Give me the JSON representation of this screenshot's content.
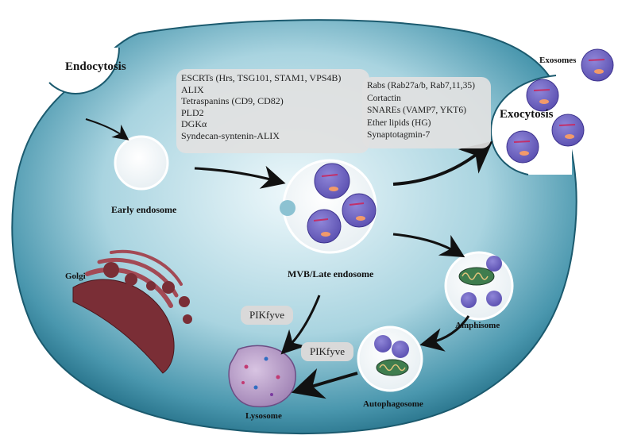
{
  "labels": {
    "endocytosis": "Endocytosis",
    "exocytosis": "Exocytosis",
    "exosomes": "Exosomes",
    "early_endosome": "Early endosome",
    "mvb": "MVB/Late endosome",
    "golgi": "Golgi",
    "lysosome": "Lysosome",
    "amphisome": "Amphisome",
    "autophagosome": "Autophagosome"
  },
  "biogenesis_box": {
    "lines": [
      "ESCRTs (Hrs, TSG101, STAM1, VPS4B)",
      "ALIX",
      "Tetraspanins (CD9, CD82)",
      "PLD2",
      "DGKα",
      "Syndecan-syntenin-ALIX"
    ]
  },
  "secretion_box": {
    "lines": [
      "Rabs (Rab27a/b, Rab7,11,35)",
      "Cortactin",
      "SNAREs (VAMP7, YKT6)",
      "Ether lipids (HG)",
      "Synaptotagmin-7"
    ]
  },
  "pikfyve": {
    "top": "PIKfyve",
    "bottom": "PIKfyve"
  },
  "colors": {
    "cell_fill": "#2e7d96",
    "cell_light": "#cfeaf1",
    "vesicle": "#7468c4",
    "golgi": "#7a2e36",
    "lysosome": "#b898c8"
  }
}
